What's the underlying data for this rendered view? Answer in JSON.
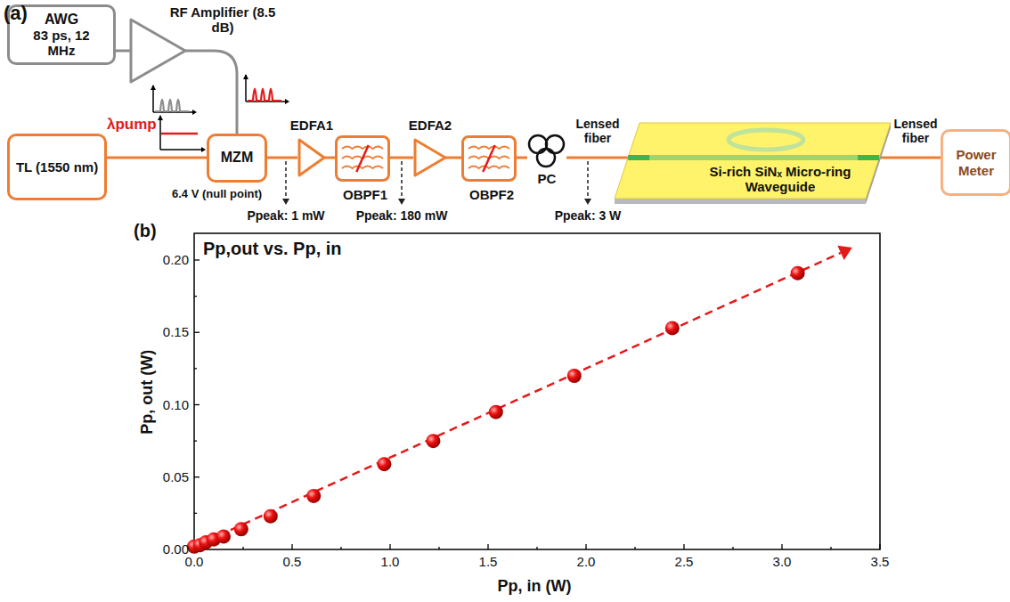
{
  "diagram": {
    "nodes": [
      {
        "text": [
          "AWG",
          "83 ps, 12 MHz"
        ]
      },
      {
        "text": [
          "RF Amplifier (8.5 dB)"
        ]
      },
      {
        "text": [
          "TL (1550 nm)"
        ]
      },
      {
        "text": [
          "MZM",
          "6.4 V (null point)"
        ]
      },
      {
        "text": [
          "EDFA1"
        ]
      },
      {
        "text": [
          "OBPF1"
        ]
      },
      {
        "text": [
          "EDFA2"
        ]
      },
      {
        "text": [
          "OBPF2"
        ]
      },
      {
        "text": [
          "PC"
        ]
      },
      {
        "text": [
          "Si-rich SiNₓ Micro-ring Waveguide"
        ]
      },
      {
        "text": [
          "Power Meter"
        ]
      }
    ],
    "edges": [
      {
        "from": 0,
        "to": 1,
        "arrow": "none"
      },
      {
        "from": 1,
        "to": 3,
        "arrow": "none"
      },
      {
        "from": 2,
        "to": 3,
        "arrow": "none"
      },
      {
        "from": 3,
        "to": 4,
        "arrow": "none"
      },
      {
        "from": 4,
        "to": 5,
        "arrow": "none"
      },
      {
        "from": 5,
        "to": 6,
        "arrow": "none"
      },
      {
        "from": 6,
        "to": 7,
        "arrow": "none"
      },
      {
        "from": 7,
        "to": 8,
        "arrow": "none"
      },
      {
        "from": 8,
        "to": 9,
        "arrow": "none"
      },
      {
        "from": 9,
        "to": 10,
        "arrow": "none"
      }
    ],
    "labels": [
      "(a)",
      "λpump",
      "Ppeak: 1 mW",
      "Ppeak: 180 mW",
      "Ppeak: 3 W",
      "Lensed fiber",
      "Lensed fiber",
      "(b)",
      "Pp,out vs. Pp, in",
      "Pp, out (W)",
      "Pp, in (W)",
      "0.00",
      "0.05",
      "0.10",
      "0.15",
      "0.20",
      "0.0",
      "0.5",
      "1.0",
      "1.5",
      "2.0",
      "2.5",
      "3.0",
      "3.5"
    ]
  }
}
